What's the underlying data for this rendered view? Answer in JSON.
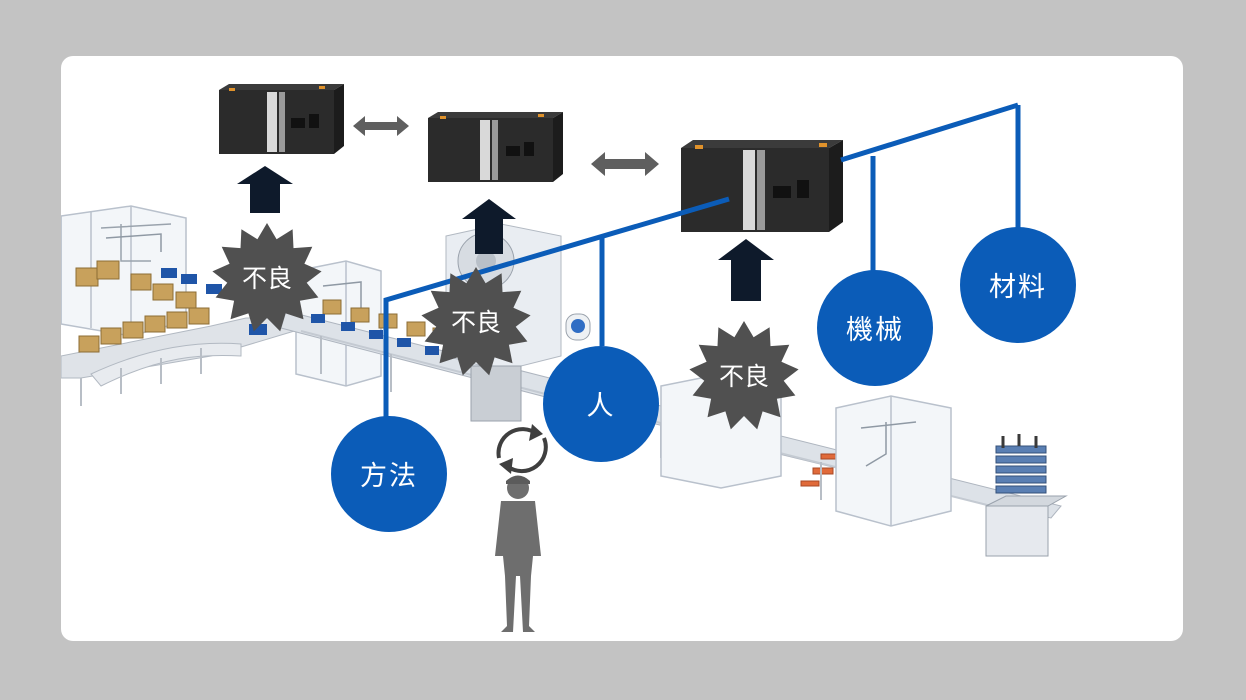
{
  "colors": {
    "page_background": "#c3c3c3",
    "card_background": "#ffffff",
    "accent_blue": "#0b5cb8",
    "defect_burst": "#505050",
    "up_arrow": "#0e1a2b",
    "link_arrow": "#5f5f5f",
    "controller_body": "#2c2c2c",
    "operator": "#6e6e6e"
  },
  "causes": [
    {
      "id": "method",
      "label": "方法"
    },
    {
      "id": "person",
      "label": "人"
    },
    {
      "id": "machine",
      "label": "機械"
    },
    {
      "id": "material",
      "label": "材料"
    }
  ],
  "defects": [
    {
      "label": "不良"
    },
    {
      "label": "不良"
    },
    {
      "label": "不良"
    }
  ],
  "icons": {
    "controller": "plc-controller-icon",
    "rotation": "rotation-cycle-icon",
    "operator": "worker-silhouette-icon"
  }
}
